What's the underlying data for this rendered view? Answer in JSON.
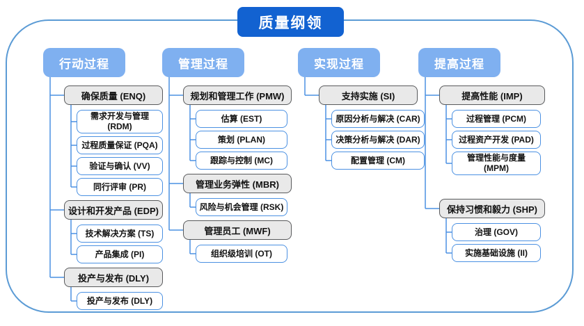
{
  "title": "质量纲领",
  "columns": [
    {
      "header": "行动过程",
      "groups": [
        {
          "parent": "确保质量 (ENQ)",
          "children": [
            "需求开发与管理 (RDM)",
            "过程质量保证 (PQA)",
            "验证与确认 (VV)",
            "同行评审 (PR)"
          ]
        },
        {
          "parent": "设计和开发产品 (EDP)",
          "children": [
            "技术解决方案 (TS)",
            "产品集成 (PI)"
          ]
        },
        {
          "parent": "投产与发布 (DLY)",
          "children": [
            "投产与发布 (DLY)"
          ]
        }
      ]
    },
    {
      "header": "管理过程",
      "groups": [
        {
          "parent": "规划和管理工作 (PMW)",
          "children": [
            "估算 (EST)",
            "策划 (PLAN)",
            "跟踪与控制 (MC)"
          ]
        },
        {
          "parent": "管理业务弹性 (MBR)",
          "children": [
            "风险与机会管理 (RSK)"
          ]
        },
        {
          "parent": "管理员工 (MWF)",
          "children": [
            "组织级培训 (OT)"
          ]
        }
      ]
    },
    {
      "header": "实现过程",
      "groups": [
        {
          "parent": "支持实施 (SI)",
          "children": [
            "原因分析与解决 (CAR)",
            "决策分析与解决 (DAR)",
            "配置管理 (CM)"
          ]
        }
      ]
    },
    {
      "header": "提高过程",
      "groups": [
        {
          "parent": "提高性能 (IMP)",
          "children": [
            "过程管理 (PCM)",
            "过程资产开发 (PAD)",
            "管理性能与度量 (MPM)"
          ]
        },
        {
          "parent": "保持习惯和毅力 (SHP)",
          "children": [
            "治理 (GOV)",
            "实施基础设施 (II)"
          ]
        }
      ]
    }
  ],
  "colors": {
    "title_bg": "#1262d1",
    "header_bg": "#7fb0f0",
    "parent_bg": "#e9e9e9",
    "parent_border": "#58595b",
    "child_border": "#4a90e2",
    "connector": "#4a90e2",
    "frame_border": "#5b9bd5"
  }
}
